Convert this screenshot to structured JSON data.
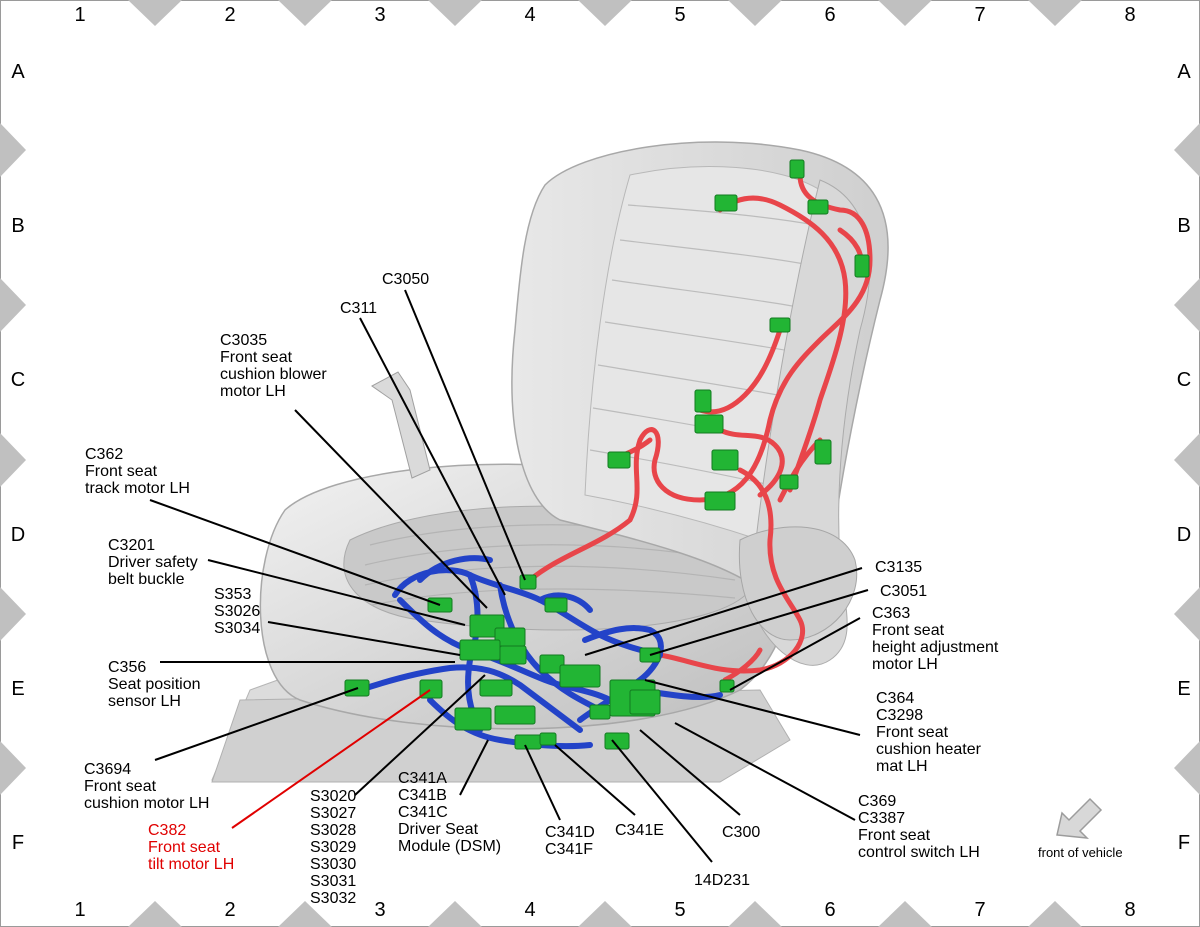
{
  "grid": {
    "columns": [
      "1",
      "2",
      "3",
      "4",
      "5",
      "6",
      "7",
      "8"
    ],
    "rows": [
      "A",
      "B",
      "C",
      "D",
      "E",
      "F"
    ]
  },
  "callouts": {
    "c3050": [
      "C3050"
    ],
    "c311": [
      "C311"
    ],
    "c3035": [
      "C3035",
      "Front seat",
      "cushion blower",
      "motor LH"
    ],
    "c362": [
      "C362",
      "Front seat",
      "track motor LH"
    ],
    "c3201": [
      "C3201",
      "Driver safety",
      "belt buckle"
    ],
    "s353": [
      "S353",
      "S3026",
      "S3034"
    ],
    "c356": [
      "C356",
      "Seat position",
      "sensor LH"
    ],
    "c3694": [
      "C3694",
      "Front seat",
      "cushion motor LH"
    ],
    "c382": [
      "C382",
      "Front seat",
      "tilt motor LH"
    ],
    "s3020": [
      "S3020",
      "S3027",
      "S3028",
      "S3029",
      "S3030",
      "S3031",
      "S3032"
    ],
    "c341a": [
      "C341A",
      "C341B",
      "C341C",
      "Driver Seat",
      "Module (DSM)"
    ],
    "c341d": [
      "C341D",
      "C341F"
    ],
    "c341e": [
      "C341E"
    ],
    "c300": [
      "C300"
    ],
    "d14d231": [
      "14D231"
    ],
    "c3135": [
      "C3135"
    ],
    "c3051": [
      "C3051"
    ],
    "c363": [
      "C363",
      "Front seat",
      "height adjustment",
      "motor LH"
    ],
    "c364": [
      "C364",
      "C3298",
      "Front seat",
      "cushion heater",
      "mat LH"
    ],
    "c369": [
      "C369",
      "C3387",
      "Front seat",
      "control switch LH"
    ]
  },
  "front_of_vehicle": "front of vehicle",
  "colors": {
    "highlight": "#e00000",
    "harness_red": "#e8454a",
    "harness_blue": "#2343c8",
    "connector_green": "#22b534",
    "seat_gray": "#d4d4d4",
    "border_gray": "#c0c0c0"
  }
}
